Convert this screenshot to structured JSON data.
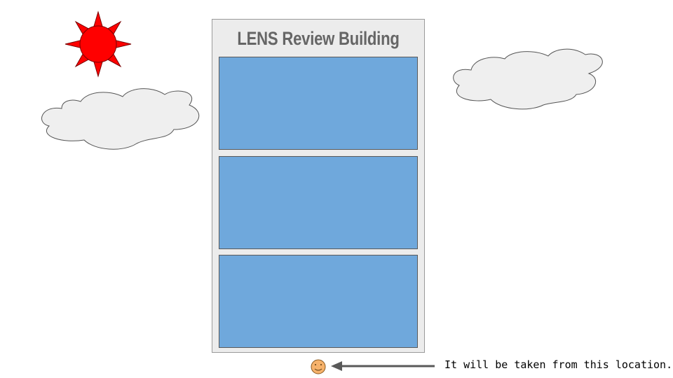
{
  "building": {
    "title": "LENS Review Building",
    "window_count": 3,
    "fill_color": "#ececec",
    "window_color": "#6fa8dc"
  },
  "sun": {
    "color": "#ff0000",
    "icon": "sun-icon"
  },
  "clouds": {
    "color": "#efefef",
    "count": 2
  },
  "viewer": {
    "icon": "smiley-face-icon",
    "color": "#f6b26b"
  },
  "arrow": {
    "icon": "arrow-left-icon",
    "color": "#595959"
  },
  "caption": "It will be taken from this location."
}
